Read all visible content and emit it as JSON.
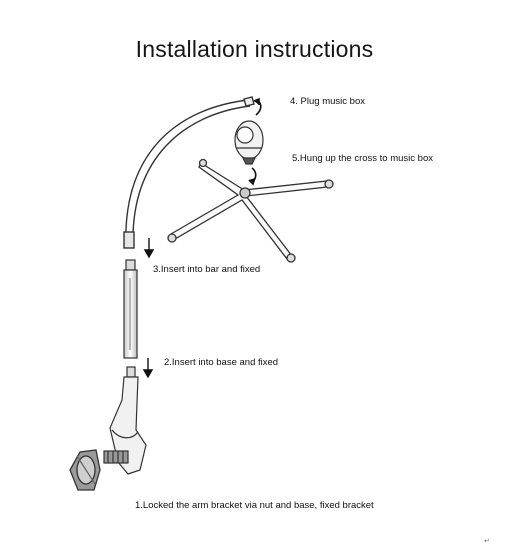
{
  "title": "Installation instructions",
  "steps": {
    "step4": "4. Plug music box",
    "step5": "5.Hung up  the cross to music box",
    "step3": "3.Insert into bar and fixed",
    "step2": "2.Insert into base and fixed",
    "step1": "1.Locked the arm bracket via nut and base, fixed bracket"
  },
  "corner_mark": "↵",
  "icons": [
    "arrow-down-icon",
    "curved-arrow-icon",
    "music-box-icon",
    "nut-icon"
  ]
}
